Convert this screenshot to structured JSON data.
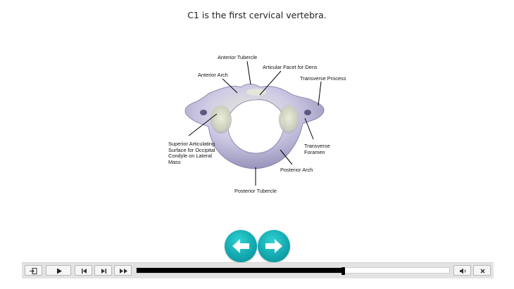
{
  "caption": "C1 is the first cervical vertebra.",
  "diagram": {
    "labels": {
      "anterior_tubercle": "Anterior Tubercle",
      "articular_facet": "Articular Facet for Dens",
      "anterior_arch": "Anterior Arch",
      "transverse_process": "Transverse Process",
      "superior_articulating": "Superior Articulating\nSurface for Occipital\nCondyle on Lateral\nMass",
      "transverse_foramen": "Transverse\nForamen",
      "posterior_arch": "Posterior Arch",
      "posterior_tubercle": "Posterior Tubercle"
    },
    "bone_color": "#c9c6e4",
    "bone_shadow": "#8a86ad"
  },
  "navigation": {
    "prev_icon": "arrow-left-icon",
    "next_icon": "arrow-right-icon",
    "accent": "#13a9b0"
  },
  "player": {
    "buttons": [
      "exit-icon",
      "play-icon",
      "skip-back-icon",
      "step-forward-icon",
      "fast-forward-icon",
      "volume-icon",
      "close-icon"
    ],
    "progress": 0.66
  }
}
